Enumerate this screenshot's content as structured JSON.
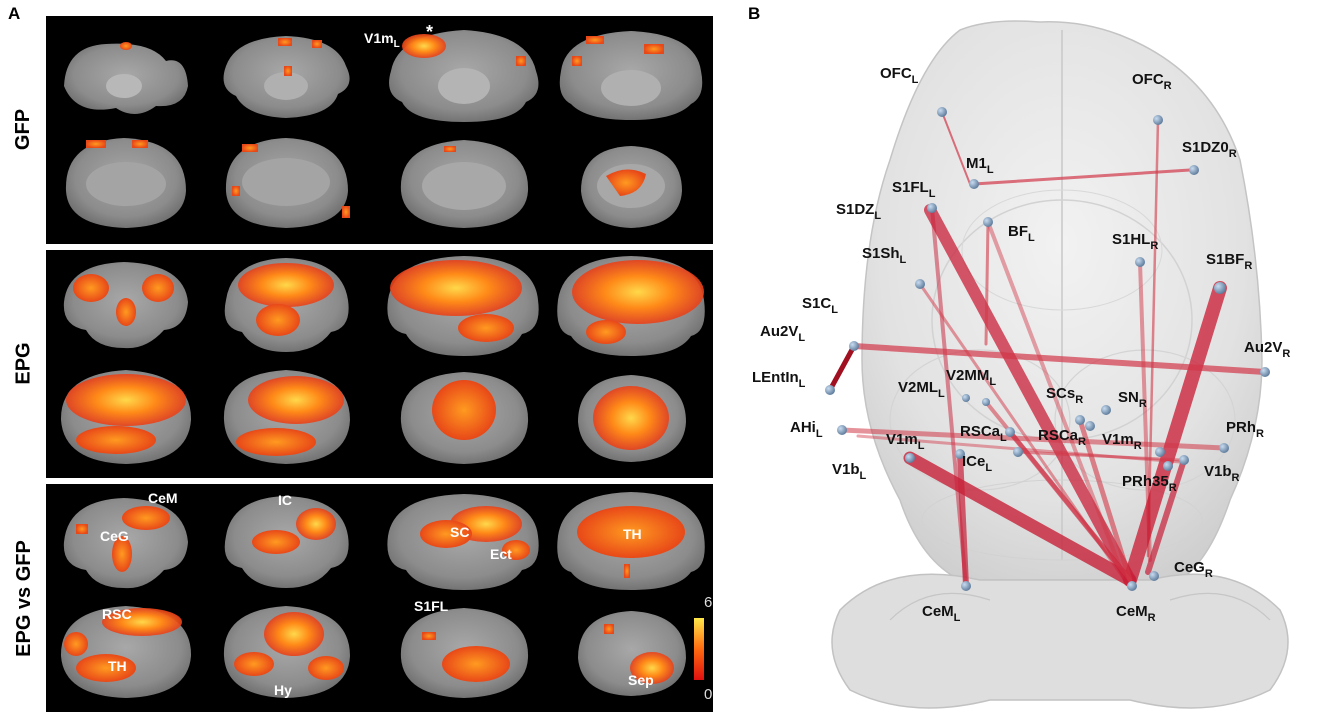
{
  "panelA": {
    "letter": "A",
    "rows": [
      {
        "label": "GFP",
        "annotations": [
          "V1m",
          "L",
          "*"
        ]
      },
      {
        "label": "EPG",
        "annotations": []
      },
      {
        "label": "EPG vs GFP",
        "annotations": [
          "CeM",
          "CeG",
          "IC",
          "SC",
          "Ect",
          "TH",
          "RSC",
          "TH",
          "Hy",
          "S1FL",
          "Sep"
        ]
      }
    ],
    "colorbar": {
      "max": "6",
      "min": "0"
    }
  },
  "panelB": {
    "letter": "B",
    "regions": [
      {
        "name": "OFC",
        "side": "L"
      },
      {
        "name": "OFC",
        "side": "R"
      },
      {
        "name": "M1",
        "side": "L"
      },
      {
        "name": "S1DZ0",
        "side": "R"
      },
      {
        "name": "S1FL",
        "side": "L"
      },
      {
        "name": "S1DZ",
        "side": "L"
      },
      {
        "name": "BF",
        "side": "L"
      },
      {
        "name": "S1HL",
        "side": "R"
      },
      {
        "name": "S1BF",
        "side": "R"
      },
      {
        "name": "S1Sh",
        "side": "L"
      },
      {
        "name": "S1C",
        "side": "L"
      },
      {
        "name": "Au2V",
        "side": "L"
      },
      {
        "name": "Au2V",
        "side": "R"
      },
      {
        "name": "LEntIn",
        "side": "L"
      },
      {
        "name": "V2MM",
        "side": "L"
      },
      {
        "name": "V2ML",
        "side": "L"
      },
      {
        "name": "SCs",
        "side": "R"
      },
      {
        "name": "SN",
        "side": "R"
      },
      {
        "name": "AHi",
        "side": "L"
      },
      {
        "name": "RSCa",
        "side": "L"
      },
      {
        "name": "RSCa",
        "side": "R"
      },
      {
        "name": "V1m",
        "side": "L"
      },
      {
        "name": "V1m",
        "side": "R"
      },
      {
        "name": "PRh",
        "side": "R"
      },
      {
        "name": "ICe",
        "side": "L"
      },
      {
        "name": "V1b",
        "side": "L"
      },
      {
        "name": "PRh35",
        "side": "R"
      },
      {
        "name": "V1b",
        "side": "R"
      },
      {
        "name": "CeG",
        "side": "R"
      },
      {
        "name": "CeM",
        "side": "L"
      },
      {
        "name": "CeM",
        "side": "R"
      }
    ]
  },
  "colors": {
    "heat_low": "#e03010",
    "heat_mid": "#ff7a10",
    "heat_high": "#ffe040",
    "edge": "#d0283a",
    "node": "#5a7898"
  }
}
